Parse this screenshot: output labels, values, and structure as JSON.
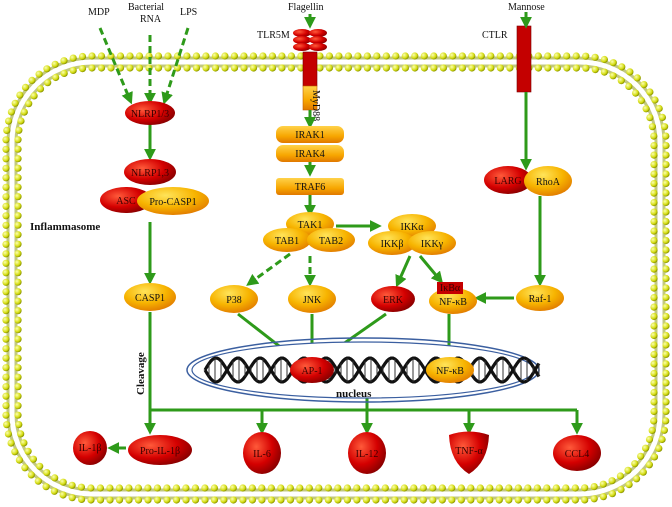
{
  "stimuli": {
    "mdp": "MDP",
    "bacterial_rna": "Bacterial\nRNA",
    "lps": "LPS",
    "flagellin": "Flagellin",
    "mannose": "Mannose"
  },
  "receptors": {
    "tlr5m": "TLR5M",
    "ctlr": "CTLR",
    "myd88": "MyD88"
  },
  "inflammasome": {
    "nlrp1_3_top": "NLRP1/3",
    "nlrp1_3": "NLRP1,3",
    "asc": "ASC",
    "pro_casp1": "Pro-CASP1",
    "title": "Inflammasome",
    "casp1": "CASP1",
    "cleavage": "Cleavage"
  },
  "tlr_pathway": {
    "irak1": "IRAK1",
    "irak4": "IRAK4",
    "traf6": "TRAF6",
    "tak1": "TAK1",
    "tab1": "TAB1",
    "tab2": "TAB2",
    "ikka": "IKKα",
    "ikkb": "IKKβ",
    "ikkg": "IKKγ",
    "p38": "P38",
    "jnk": "JNK",
    "erk": "ERK",
    "ikba": "IκBα",
    "nfkb": "NF-κB"
  },
  "ctlr_pathway": {
    "larg": "LARG",
    "rhoa": "RhoA",
    "raf1": "Raf-1"
  },
  "nucleus": {
    "label": "nucleus",
    "ap1": "AP-1",
    "nfkb": "NF-κB"
  },
  "outputs": {
    "il1b": "IL-1β",
    "pro_il1b": "Pro-IL-1β",
    "il6": "IL-6",
    "il12": "IL-12",
    "tnfa": "TNF-α",
    "ccl4": "CCL4"
  },
  "colors": {
    "arrow": "#2e9a1a",
    "membrane_bead": "#d8e020",
    "red_node": "#d40000",
    "orange_node": "#f5a800",
    "nucleus_outline": "#3b5fa0"
  }
}
